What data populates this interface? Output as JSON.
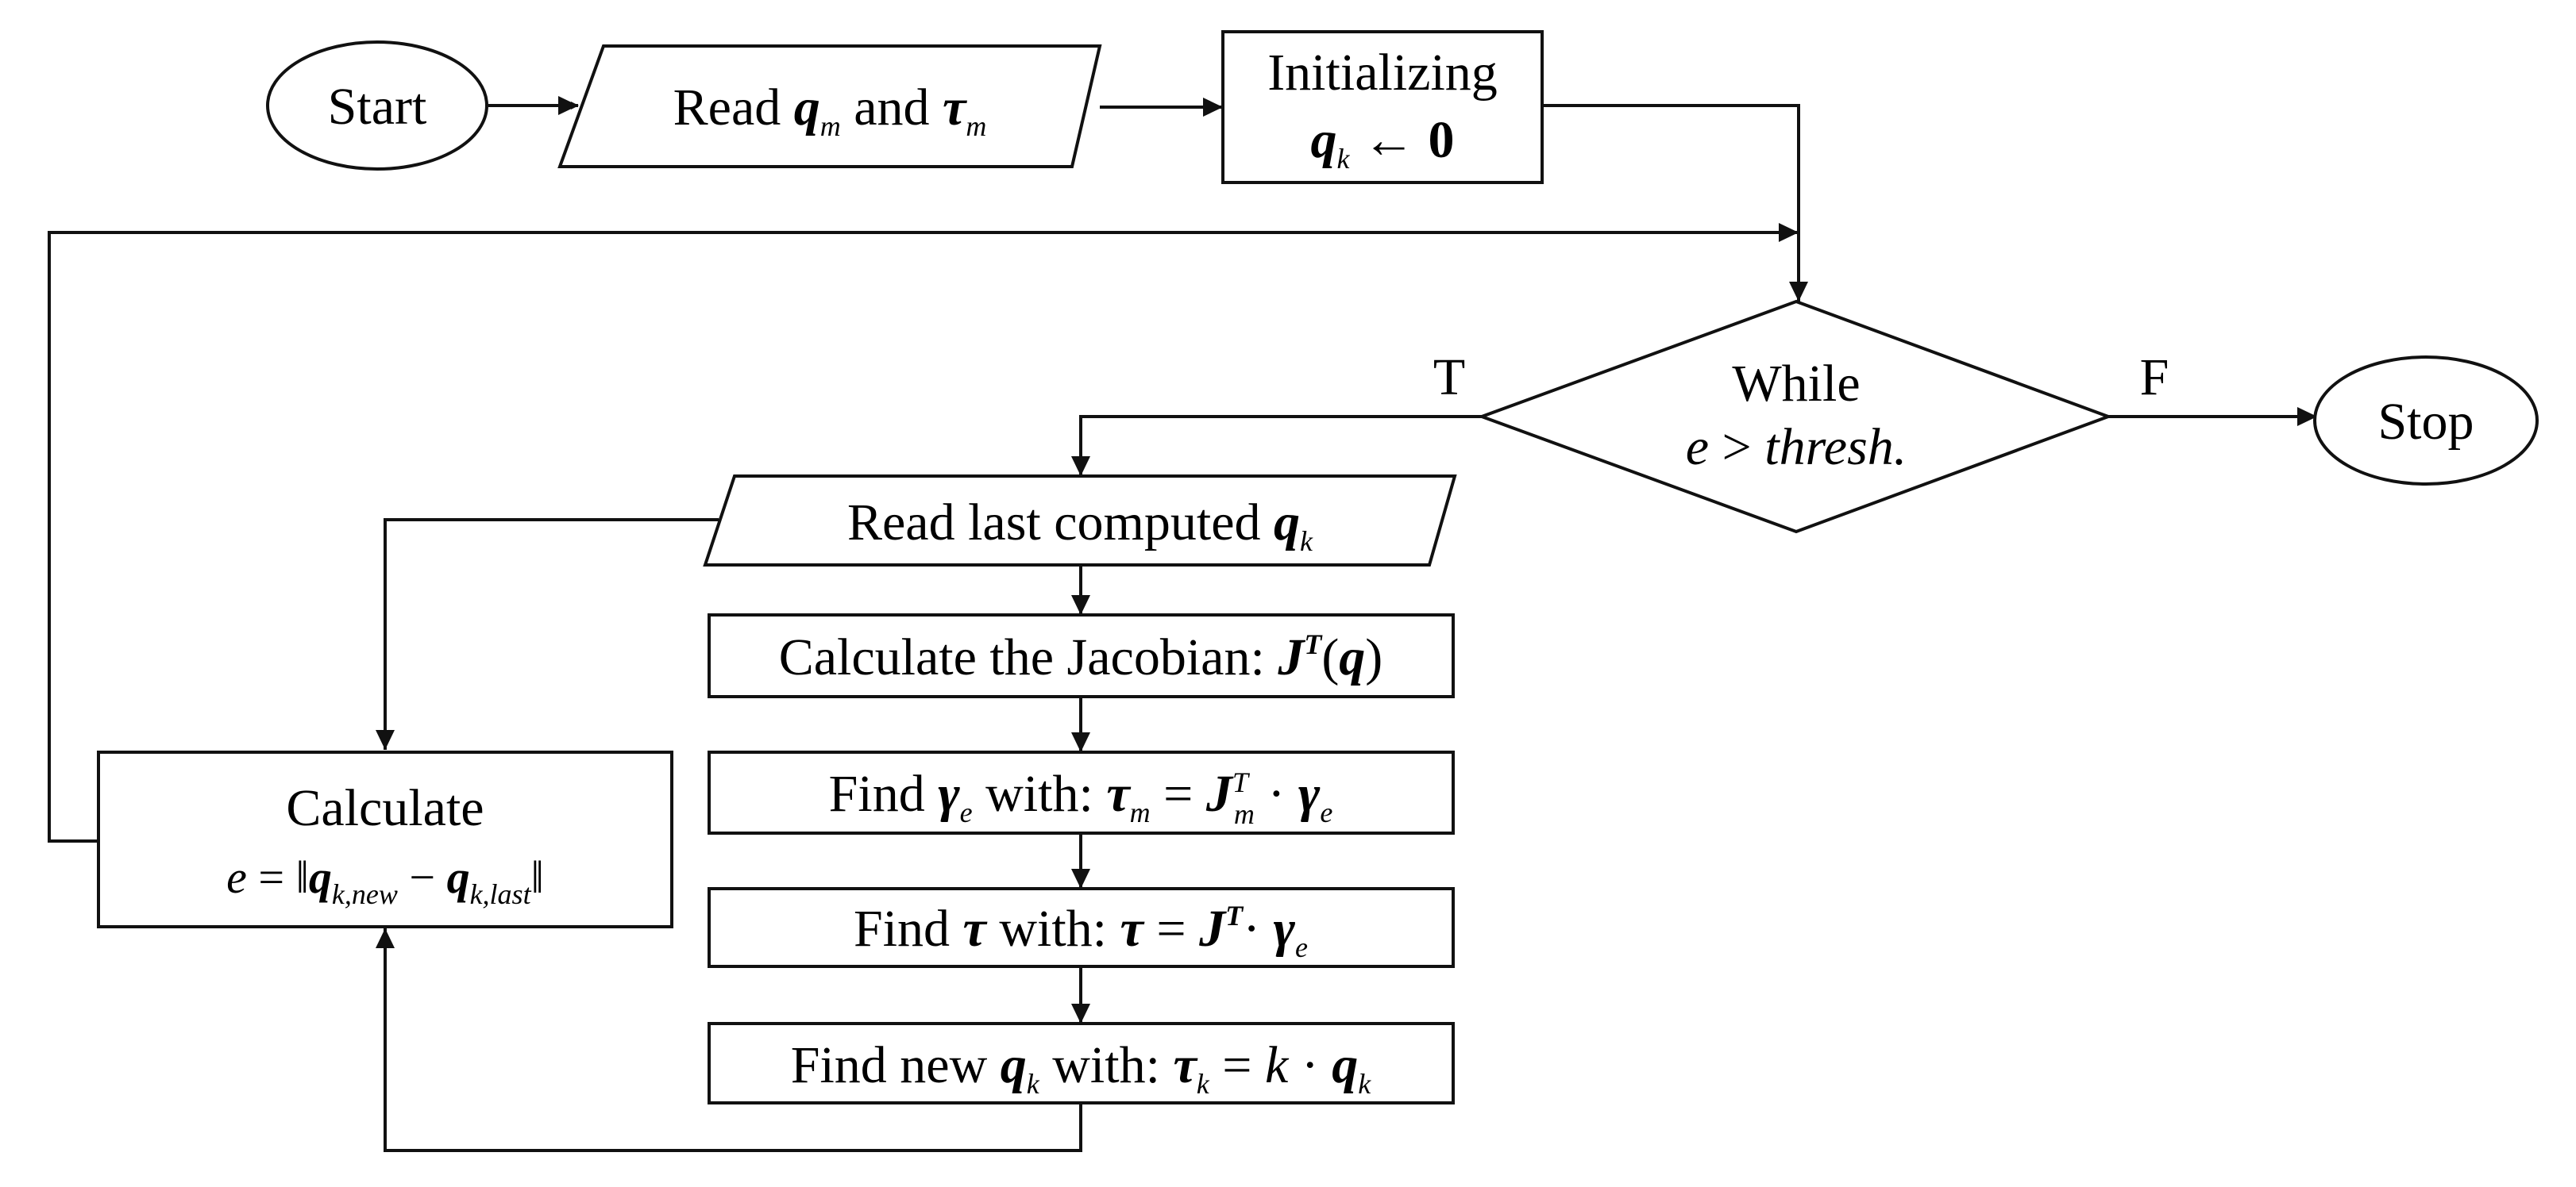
{
  "terminals": {
    "start": "Start",
    "stop": "Stop"
  },
  "read_inputs": {
    "prefix": "Read ",
    "q": "q",
    "q_sub": "m",
    "and": " and ",
    "tau": "τ",
    "tau_sub": "m"
  },
  "initializing": {
    "title": "Initializing",
    "q": "q",
    "q_sub": "k",
    "assign": " ← ",
    "zero": "0"
  },
  "while": {
    "title": "While",
    "e": "e",
    "op": " > ",
    "thresh": "thresh.",
    "true_label": "T",
    "false_label": "F"
  },
  "read_last": {
    "prefix": "Read last computed ",
    "q": "q",
    "q_sub": "k"
  },
  "jacobian": {
    "prefix": "Calculate the Jacobian:  ",
    "J": "J",
    "sup": "T",
    "open": "(",
    "q": "q",
    "close": ")"
  },
  "find_gamma": {
    "find": "Find ",
    "gamma": "γ",
    "gamma_sub": "e",
    "with": " with: ",
    "tau": "τ",
    "tau_sub": "m",
    "eq": " = ",
    "J": "J",
    "J_sup": "T",
    "J_sub": "m",
    "dot": " · ",
    "gamma2": "γ",
    "gamma2_sub": "e"
  },
  "find_tau": {
    "find": "Find ",
    "tau": "τ",
    "with": "  with: ",
    "tau2": "τ",
    "eq": " = ",
    "J": "J",
    "J_sup": "T",
    "dot": "· ",
    "gamma": "γ",
    "gamma_sub": "e"
  },
  "find_q": {
    "find": "Find new ",
    "q": "q",
    "q_sub": "k",
    "with": " with: ",
    "tau": "τ",
    "tau_sub": "k",
    "eq": " = ",
    "k": "k",
    "dot": " · ",
    "q2": "q",
    "q2_sub": "k"
  },
  "calculate": {
    "title": "Calculate",
    "e": "e",
    "eq": " = ",
    "norm_open": "‖",
    "q_new": "q",
    "q_new_sub": "k,new",
    "minus": " − ",
    "q_last": "q",
    "q_last_sub": "k,last",
    "norm_close": "‖"
  }
}
